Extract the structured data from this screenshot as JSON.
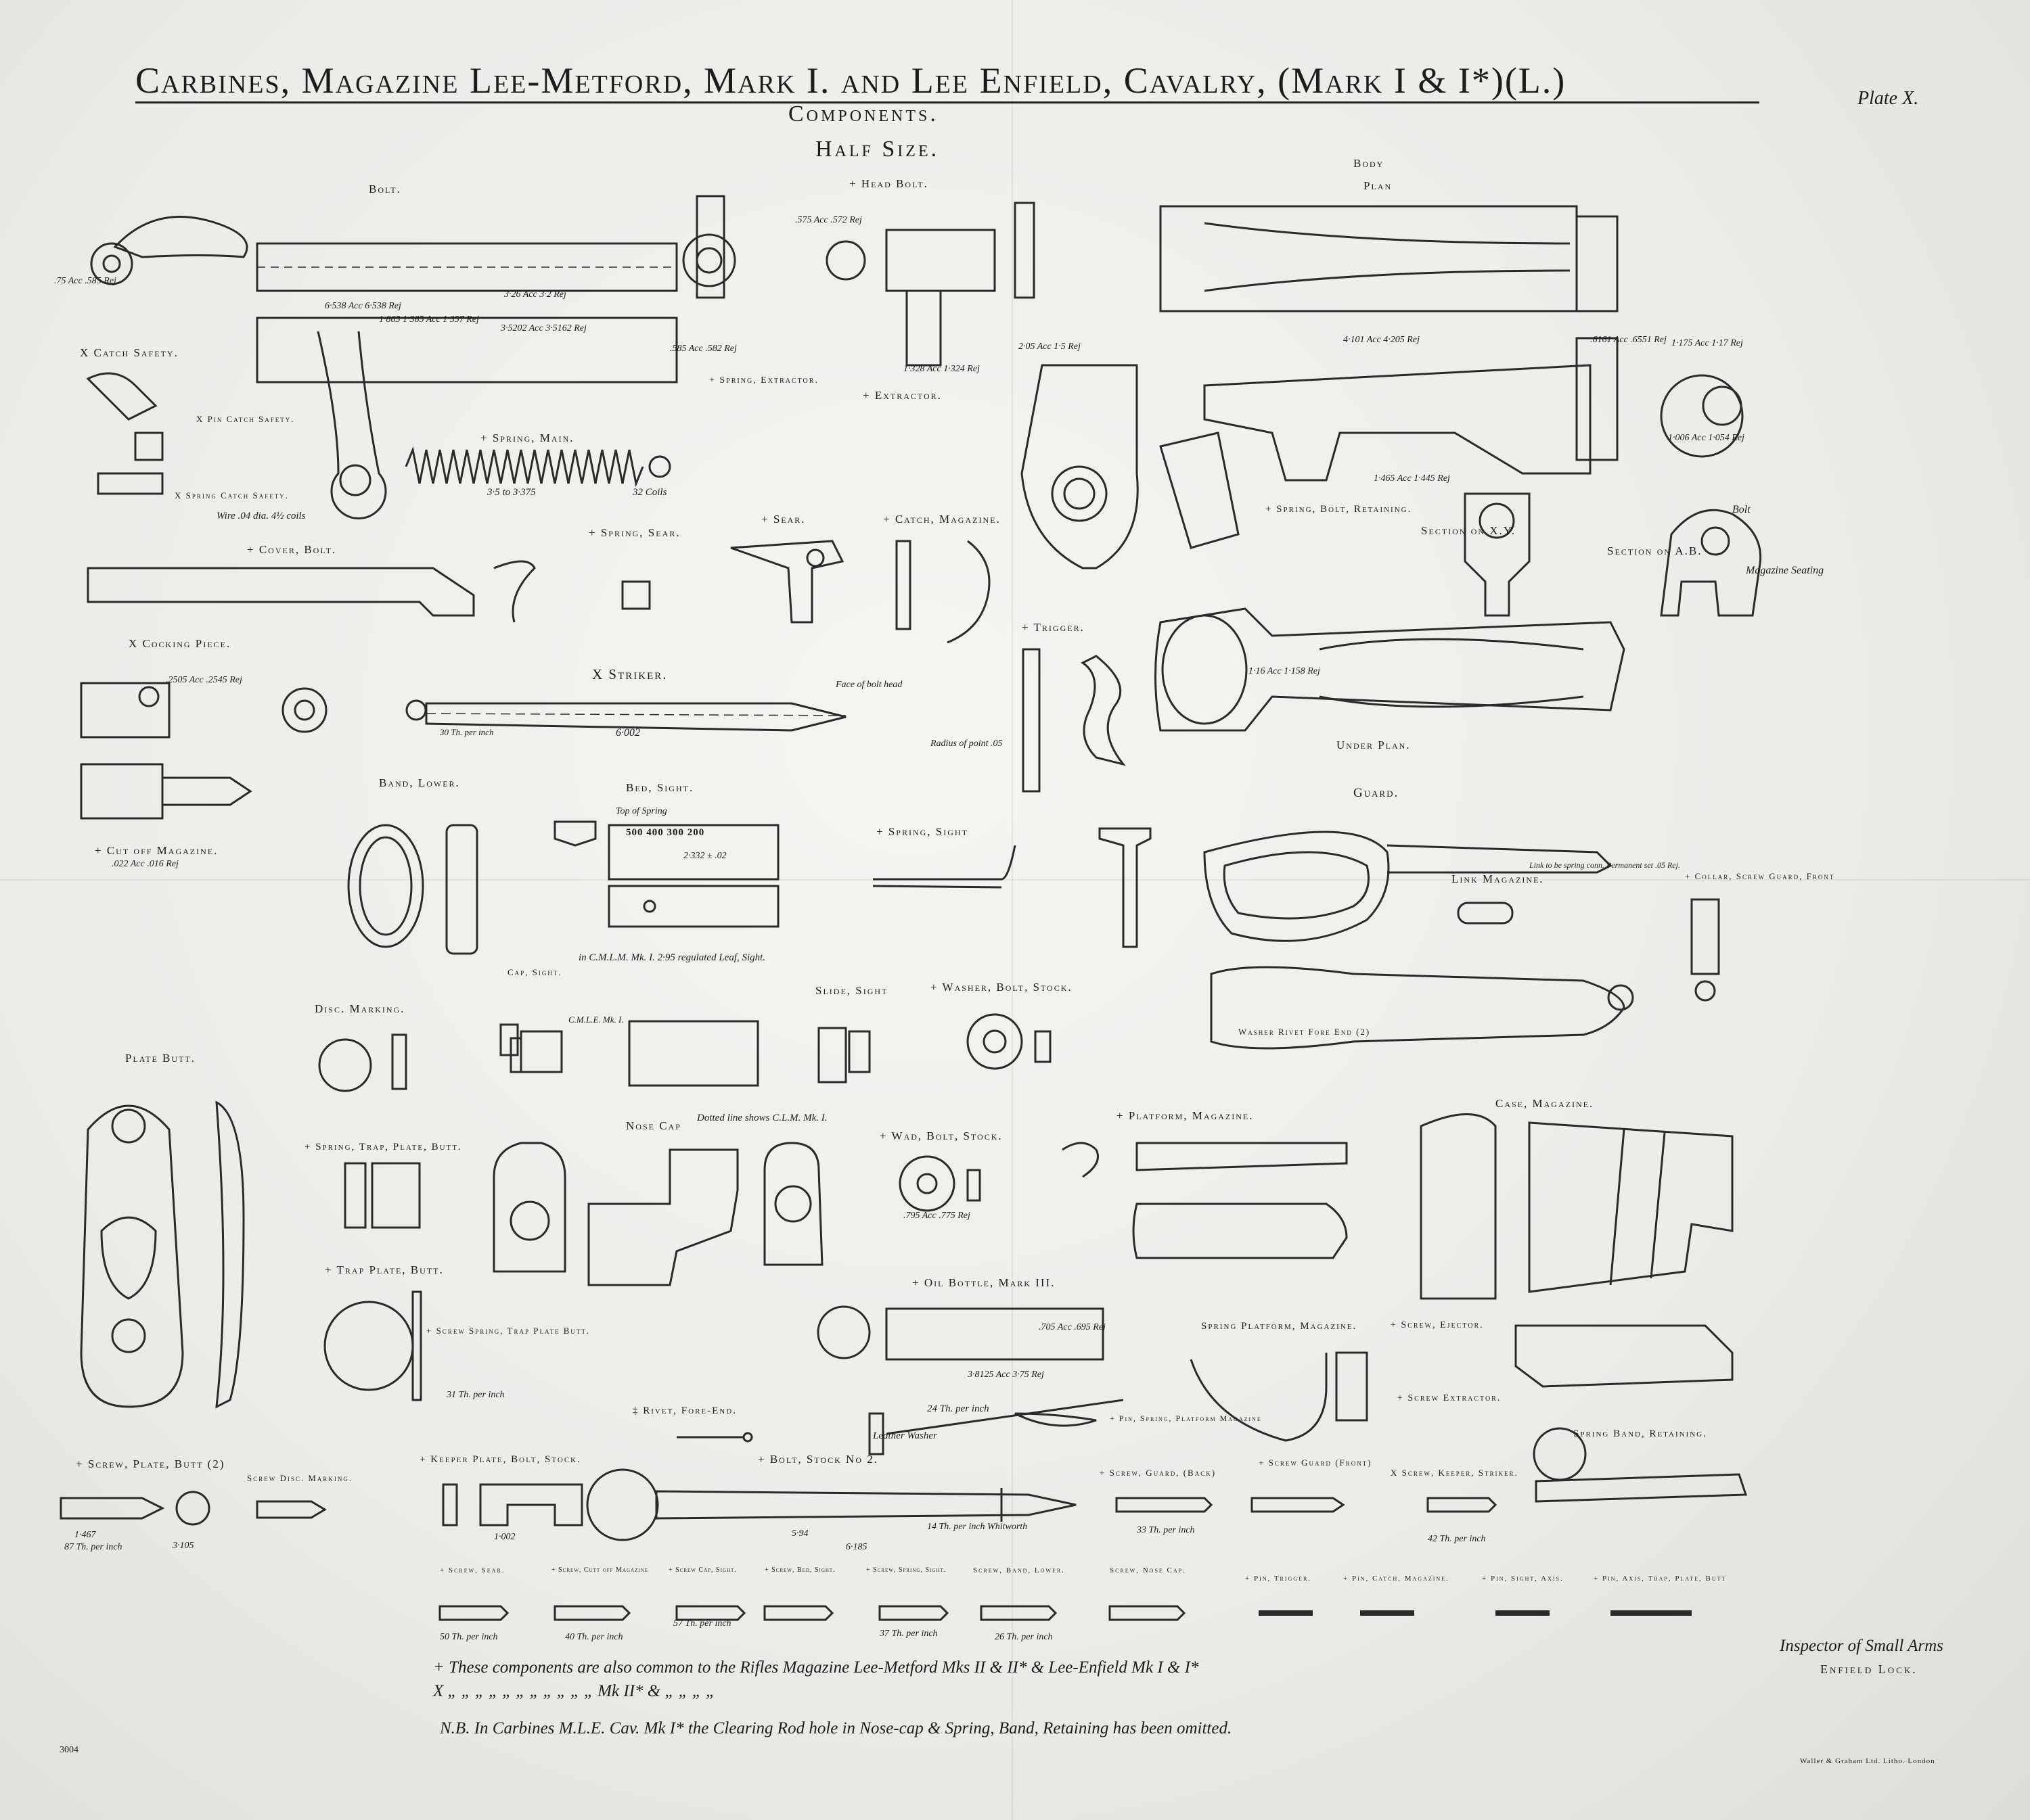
{
  "title": {
    "main": "Carbines, Magazine Lee-Metford, Mark I. and Lee Enfield, Cavalry, (Mark I & I*)(L.)",
    "sub": "Components.",
    "scale": "Half Size.",
    "plate": "Plate X."
  },
  "labels": {
    "bolt": "Bolt.",
    "head_bolt": "+ Head Bolt.",
    "body": "Body",
    "plan": "Plan",
    "catch_safety": "X Catch Safety.",
    "pin_catch_safety": "X Pin Catch Safety.",
    "spring_catch_safety": "X Spring Catch Safety.",
    "wire_coils": "Wire .04 dia. 4½ coils",
    "spring_extractor": "+ Spring, Extractor.",
    "extractor": "+ Extractor.",
    "spring_main": "+ Spring, Main.",
    "main_dim": "3·5 to 3·375",
    "coils": "32 Coils",
    "spring_sear": "+ Spring, Sear.",
    "sear": "+ Sear.",
    "catch_magazine": "+ Catch, Magazine.",
    "spring_bolt_retaining": "+ Spring, Bolt, Retaining.",
    "section_xy": "Section on X.Y.",
    "section_ab": "Section on A.B.",
    "bolt_note": "Bolt",
    "magazine_seating": "Magazine Seating",
    "cover_bolt": "+ Cover, Bolt.",
    "cocking_piece": "X Cocking Piece.",
    "striker": "X Striker.",
    "striker_len": "6·002",
    "face_of_bolt_head": "Face of bolt head",
    "radius_of_point": "Radius of point .05",
    "threads_per_inch": "30 Th. per inch",
    "trigger": "+ Trigger.",
    "under_plan": "Under Plan.",
    "cut_off_magazine": "+ Cut off Magazine.",
    "band_lower": "Band, Lower.",
    "bed_sight": "Bed, Sight.",
    "top_of_spring": "Top of Spring",
    "sight_marks": "500  400  300  200",
    "spring_sight": "+ Spring, Sight",
    "guard": "Guard.",
    "link_magazine": "Link Magazine.",
    "link_note": "Link to be spring conn. Permanent set .05 Rej.",
    "collar_screw_guard_front": "+ Collar, Screw Guard, Front",
    "leaf_sight": "in C.M.L.M. Mk. I. 2·95 regulated Leaf, Sight.",
    "cap_sight": "Cap, Sight.",
    "cmle": "C.M.L.E. Mk. I.",
    "slide_sight": "Slide, Sight",
    "washer_bolt_stock": "+ Washer, Bolt, Stock.",
    "disc_marking": "Disc. Marking.",
    "washer_rivet": "Washer Rivet Fore End (2)",
    "plate_butt": "Plate Butt.",
    "nose_cap": "Nose Cap",
    "dotted_line": "Dotted line shows C.L.M. Mk. I.",
    "wad_bolt_stock": "+ Wad, Bolt, Stock.",
    "platform_magazine": "+ Platform, Magazine.",
    "case_magazine": "Case, Magazine.",
    "spring_trap_plate_butt": "+ Spring, Trap, Plate, Butt.",
    "trap_plate_butt": "+ Trap Plate, Butt.",
    "oil_bottle": "+ Oil Bottle, Mark III.",
    "screw_spring_trap": "+ Screw Spring, Trap Plate Butt.",
    "threads_31": "31 Th. per inch",
    "spring_platform_magazine": "Spring Platform, Magazine.",
    "screw_ejector": "+ Screw, Ejector.",
    "screw_extractor": "+ Screw Extractor.",
    "threads_24": "24 Th. per inch",
    "leather_washer": "Leather Washer",
    "rivet_fore_end": "‡ Rivet, Fore-End.",
    "pin_spring_platform": "+ Pin, Spring, Platform Magazine",
    "spring_band_retaining": "Spring Band, Retaining.",
    "screw_plate_butt": "+ Screw, Plate, Butt (2)",
    "threads_87": "87 Th. per inch",
    "screw_disc_marking": "Screw Disc. Marking.",
    "keeper_plate": "+ Keeper Plate, Bolt, Stock.",
    "bolt_stock_no2": "+ Bolt, Stock No 2.",
    "whitworth": "14 Th. per inch Whitworth",
    "screw_guard_back": "+ Screw, Guard, (Back)",
    "screw_guard_front": "+ Screw Guard (Front)",
    "screw_keeper_striker": "X Screw, Keeper, Striker.",
    "screw_sear": "+ Screw, Sear.",
    "screw_cut_off": "+ Screw, Cutt off Magazine",
    "screw_cap_sight": "+ Screw Cap, Sight.",
    "screw_bed_sight": "+ Screw, Bed, Sight.",
    "screw_spring_sight": "+ Screw, Spring, Sight.",
    "screw_band_lower": "Screw, Band, Lower.",
    "screw_nose_cap": "Screw, Nose Cap.",
    "pin_trigger": "+ Pin, Trigger.",
    "pin_catch_magazine": "+ Pin, Catch, Magazine.",
    "pin_sight_axis": "+ Pin, Sight, Axis.",
    "pin_axis_trap": "+ Pin, Axis, Trap, Plate, Butt"
  },
  "dims": {
    "d1": ".75 Acc .585 Rej",
    "d2": "1·865 1·385 Acc 1·357 Rej",
    "d3": "3·26 Acc 3·2 Rej",
    "d4": "6·538 Acc 6·538 Rej",
    "d5": "3·5202 Acc 3·5162 Rej",
    "d6": ".575 Acc .572 Rej",
    "d7": ".585 Acc .582 Rej",
    "d8": "1·328 Acc 1·324 Rej",
    "d9": "2·05 Acc 1·5 Rej",
    "d10": "1·465 Acc 1·445 Rej",
    "d11": "4·101 Acc 4·205 Rej",
    "d12": "1·175 Acc 1·17 Rej",
    "d13": ".6161 Acc .6551 Rej",
    "d14": "1·006 Acc 1·054 Rej",
    "d15": ".2505 Acc .2545 Rej",
    "d16": ".022 Acc .016 Rej",
    "d17": "1·16 Acc 1·158 Rej",
    "d18": "2·332 ± .02",
    "d19": ".705 Acc .695 Rej",
    "d20": "3·8125 Acc 3·75 Rej",
    "d21": ".795 Acc .775 Rej",
    "d22": "1·467",
    "d23": "5·94",
    "d24": "6·185",
    "d25": "1·002",
    "d26": "33 Th. per inch",
    "d27": "42 Th. per inch",
    "d28": "50 Th. per inch",
    "d29": "40 Th. per inch",
    "d30": "57 Th. per inch",
    "d31": "37 Th. per inch",
    "d32": "26 Th. per inch",
    "d33": "3·105"
  },
  "notes": {
    "line1": "+ These components are also common to the Rifles Magazine Lee-Metford Mks II & II* & Lee-Enfield Mk I & I*",
    "line2": "X  „    „    „    „    „    „    „    „    „    „    „    Mk II* &    „    „    „ „",
    "line3": "N.B. In Carbines M.L.E. Cav. Mk I* the Clearing Rod hole in Nose-cap & Spring, Band, Retaining has been omitted."
  },
  "footer": {
    "inspector": "Inspector of Small Arms",
    "location": "Enfield Lock.",
    "sheet_no": "3004",
    "printer": "Waller & Graham Ltd. Litho. London"
  }
}
